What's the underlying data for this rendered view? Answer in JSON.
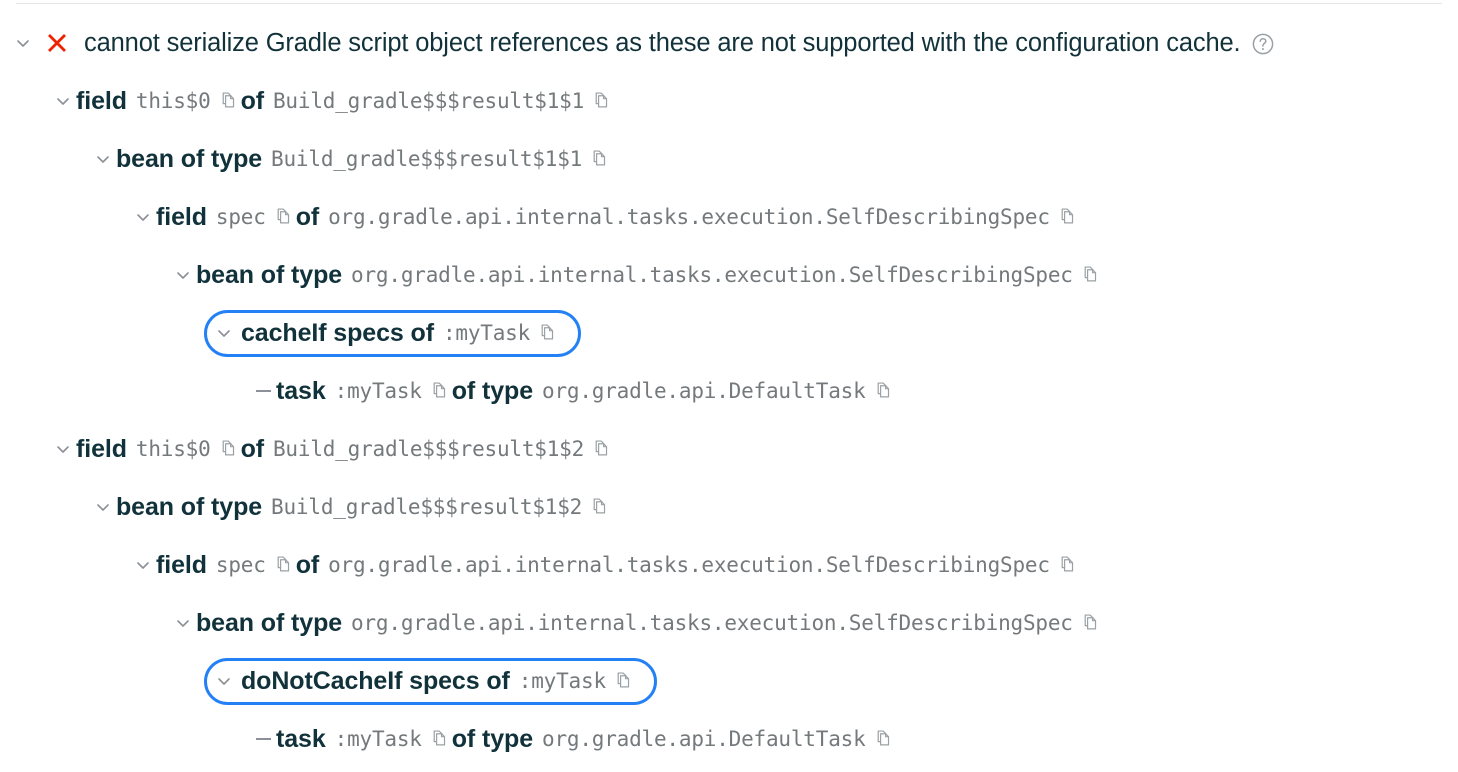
{
  "theme": {
    "error_color": "#ee2200",
    "highlight_border_color": "#2481f5",
    "label_color": "#11323a",
    "mono_color": "#74797c",
    "twisty_color": "#8b9196",
    "divider_color": "#e4e6e8"
  },
  "header": {
    "message": "cannot serialize Gradle script object references as these are not supported with the configuration cache.",
    "error_icon": "error-cross-icon",
    "help_icon": "help-circle-icon",
    "twisty_icon": "chevron-down-icon"
  },
  "rows": [
    {
      "level": 1,
      "marker": "chevron-down-icon",
      "highlighted": false,
      "parts": [
        {
          "kind": "label",
          "text": "field"
        },
        {
          "kind": "mono",
          "text": "this$0"
        },
        {
          "kind": "copy"
        },
        {
          "kind": "label",
          "text": "of"
        },
        {
          "kind": "mono",
          "text": "Build_gradle$$$result$1$1"
        },
        {
          "kind": "copy"
        }
      ]
    },
    {
      "level": 2,
      "marker": "chevron-down-icon",
      "highlighted": false,
      "parts": [
        {
          "kind": "label",
          "text": "bean of type"
        },
        {
          "kind": "mono",
          "text": "Build_gradle$$$result$1$1"
        },
        {
          "kind": "copy"
        }
      ]
    },
    {
      "level": 3,
      "marker": "chevron-down-icon",
      "highlighted": false,
      "parts": [
        {
          "kind": "label",
          "text": "field"
        },
        {
          "kind": "mono",
          "text": "spec"
        },
        {
          "kind": "copy"
        },
        {
          "kind": "label",
          "text": "of"
        },
        {
          "kind": "mono",
          "text": "org.gradle.api.internal.tasks.execution.SelfDescribingSpec"
        },
        {
          "kind": "copy"
        }
      ]
    },
    {
      "level": 4,
      "marker": "chevron-down-icon",
      "highlighted": false,
      "parts": [
        {
          "kind": "label",
          "text": "bean of type"
        },
        {
          "kind": "mono",
          "text": "org.gradle.api.internal.tasks.execution.SelfDescribingSpec"
        },
        {
          "kind": "copy"
        }
      ]
    },
    {
      "level": 5,
      "marker": "chevron-down-icon",
      "highlighted": true,
      "parts": [
        {
          "kind": "label",
          "text": "cacheIf specs of"
        },
        {
          "kind": "mono",
          "text": ":myTask"
        },
        {
          "kind": "copy"
        }
      ]
    },
    {
      "level": 6,
      "marker": "dash-icon",
      "highlighted": false,
      "parts": [
        {
          "kind": "label",
          "text": "task"
        },
        {
          "kind": "mono",
          "text": ":myTask"
        },
        {
          "kind": "copy"
        },
        {
          "kind": "label",
          "text": "of type"
        },
        {
          "kind": "mono",
          "text": "org.gradle.api.DefaultTask"
        },
        {
          "kind": "copy"
        }
      ]
    },
    {
      "level": 1,
      "marker": "chevron-down-icon",
      "highlighted": false,
      "parts": [
        {
          "kind": "label",
          "text": "field"
        },
        {
          "kind": "mono",
          "text": "this$0"
        },
        {
          "kind": "copy"
        },
        {
          "kind": "label",
          "text": "of"
        },
        {
          "kind": "mono",
          "text": "Build_gradle$$$result$1$2"
        },
        {
          "kind": "copy"
        }
      ]
    },
    {
      "level": 2,
      "marker": "chevron-down-icon",
      "highlighted": false,
      "parts": [
        {
          "kind": "label",
          "text": "bean of type"
        },
        {
          "kind": "mono",
          "text": "Build_gradle$$$result$1$2"
        },
        {
          "kind": "copy"
        }
      ]
    },
    {
      "level": 3,
      "marker": "chevron-down-icon",
      "highlighted": false,
      "parts": [
        {
          "kind": "label",
          "text": "field"
        },
        {
          "kind": "mono",
          "text": "spec"
        },
        {
          "kind": "copy"
        },
        {
          "kind": "label",
          "text": "of"
        },
        {
          "kind": "mono",
          "text": "org.gradle.api.internal.tasks.execution.SelfDescribingSpec"
        },
        {
          "kind": "copy"
        }
      ]
    },
    {
      "level": 4,
      "marker": "chevron-down-icon",
      "highlighted": false,
      "parts": [
        {
          "kind": "label",
          "text": "bean of type"
        },
        {
          "kind": "mono",
          "text": "org.gradle.api.internal.tasks.execution.SelfDescribingSpec"
        },
        {
          "kind": "copy"
        }
      ]
    },
    {
      "level": 5,
      "marker": "chevron-down-icon",
      "highlighted": true,
      "parts": [
        {
          "kind": "label",
          "text": "doNotCacheIf specs of"
        },
        {
          "kind": "mono",
          "text": ":myTask"
        },
        {
          "kind": "copy"
        }
      ]
    },
    {
      "level": 6,
      "marker": "dash-icon",
      "highlighted": false,
      "parts": [
        {
          "kind": "label",
          "text": "task"
        },
        {
          "kind": "mono",
          "text": ":myTask"
        },
        {
          "kind": "copy"
        },
        {
          "kind": "label",
          "text": "of type"
        },
        {
          "kind": "mono",
          "text": "org.gradle.api.DefaultTask"
        },
        {
          "kind": "copy"
        }
      ]
    }
  ]
}
